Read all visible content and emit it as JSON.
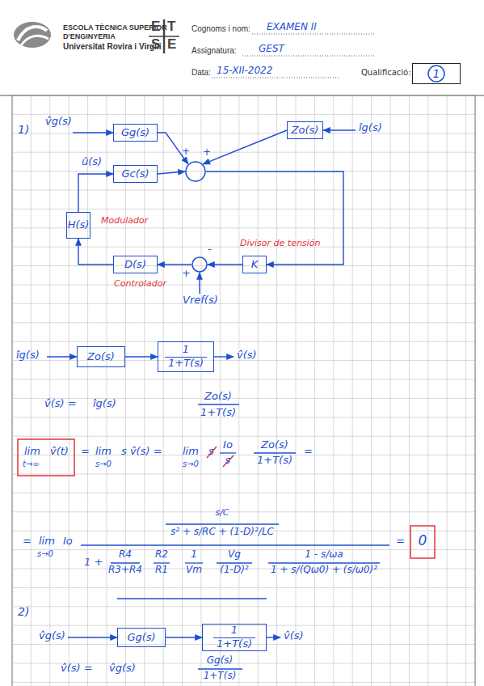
{
  "diagram": {
    "nodes": [
      {
        "text": [
          "Qualificació:",
          "1"
        ]
      },
      {
        "text": [
          "Gg(s)"
        ]
      },
      {
        "text": [
          "Zo(s)"
        ]
      },
      {
        "text": [
          "+",
          "+"
        ]
      },
      {
        "text": [
          "Gc(s)"
        ]
      },
      {
        "text": [
          "H(s)",
          "Modulador"
        ]
      },
      {
        "text": [
          "D(s)",
          "Controlador"
        ]
      },
      {
        "text": [
          "-",
          "+"
        ]
      },
      {
        "text": [
          "K",
          "Divisor de tensión"
        ]
      },
      {
        "text": [
          "Zo(s)"
        ]
      },
      {
        "text": [
          "1",
          "1+T(s)"
        ]
      },
      {
        "text": [
          "Gg(s)"
        ]
      },
      {
        "text": [
          "1",
          "1+T(s)"
        ]
      }
    ],
    "edges": [
      {
        "from": 1,
        "to": 3,
        "arrow": "to"
      },
      {
        "from": 2,
        "to": 3,
        "arrow": "to"
      },
      {
        "from": 4,
        "to": 3,
        "arrow": "to"
      },
      {
        "from": 3,
        "to": 8,
        "arrow": "to"
      },
      {
        "from": 8,
        "to": 7,
        "arrow": "to"
      },
      {
        "from": 7,
        "to": 6,
        "arrow": "to"
      },
      {
        "from": 6,
        "to": 5,
        "arrow": "to"
      },
      {
        "from": 5,
        "to": 4,
        "arrow": "to"
      },
      {
        "from": 9,
        "to": 10,
        "arrow": "to"
      },
      {
        "from": 11,
        "to": 12,
        "arrow": "to"
      }
    ],
    "labels": [
      "ESCOLA TÈCNICA SUPERIOR",
      "D'ENGINYERIA",
      "Universitat Rovira i Virgili",
      "E",
      "T",
      "S",
      "E",
      "Cognoms i nom:",
      "EXAMEN II",
      "Assignatura:",
      "GEST",
      "Data:",
      "15-XII-2022",
      "1)",
      "v̂g(s)",
      "îg(s)",
      "û(s)",
      "Vref(s)",
      "îg(s)",
      "v̂(s)",
      "v̂(s) =",
      "îg(s)",
      "Zo(s)",
      "1+T(s)",
      "lim",
      "t→∞",
      "v̂(t)",
      "=",
      "lim",
      "s→0",
      "s v̂(s) =",
      "lim",
      "s→0",
      "s",
      "Io",
      "s",
      "Zo(s)",
      "1+T(s)",
      "=",
      "=",
      "lim",
      "s→0",
      "Io",
      "s/C",
      "s² + s/RC + (1-D)²/LC",
      "1 +",
      "R4",
      "R3+R4",
      "R2",
      "R1",
      "1",
      "Vm",
      "Vg",
      "(1-D)²",
      "1 - s/ωa",
      "1 + s/(Qω0) + (s/ω0)²",
      "=",
      "0",
      "2)",
      "v̂g(s)",
      "v̂(s)",
      "v̂(s) =",
      "v̂g(s)",
      "Gg(s)",
      "1+T(s)"
    ]
  }
}
